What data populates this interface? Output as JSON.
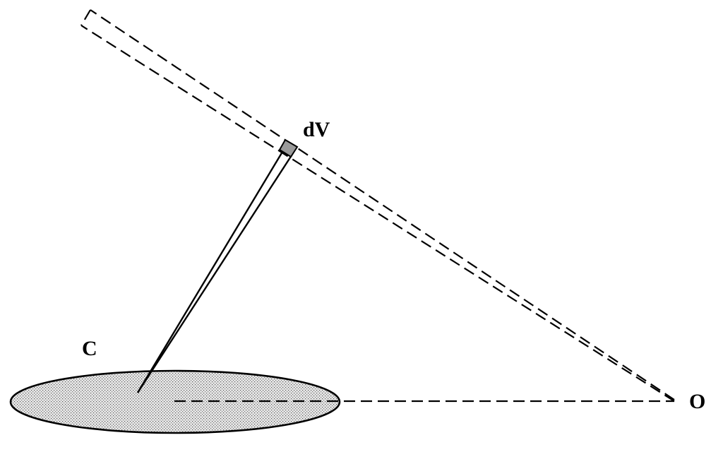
{
  "labels": {
    "volume_element": "dV",
    "cloud": "C",
    "observer": "O"
  },
  "colors": {
    "stroke": "#000000",
    "cloud_fill": "#e2e2e2",
    "volume_fill": "#9a9a9a",
    "background": "#ffffff"
  }
}
